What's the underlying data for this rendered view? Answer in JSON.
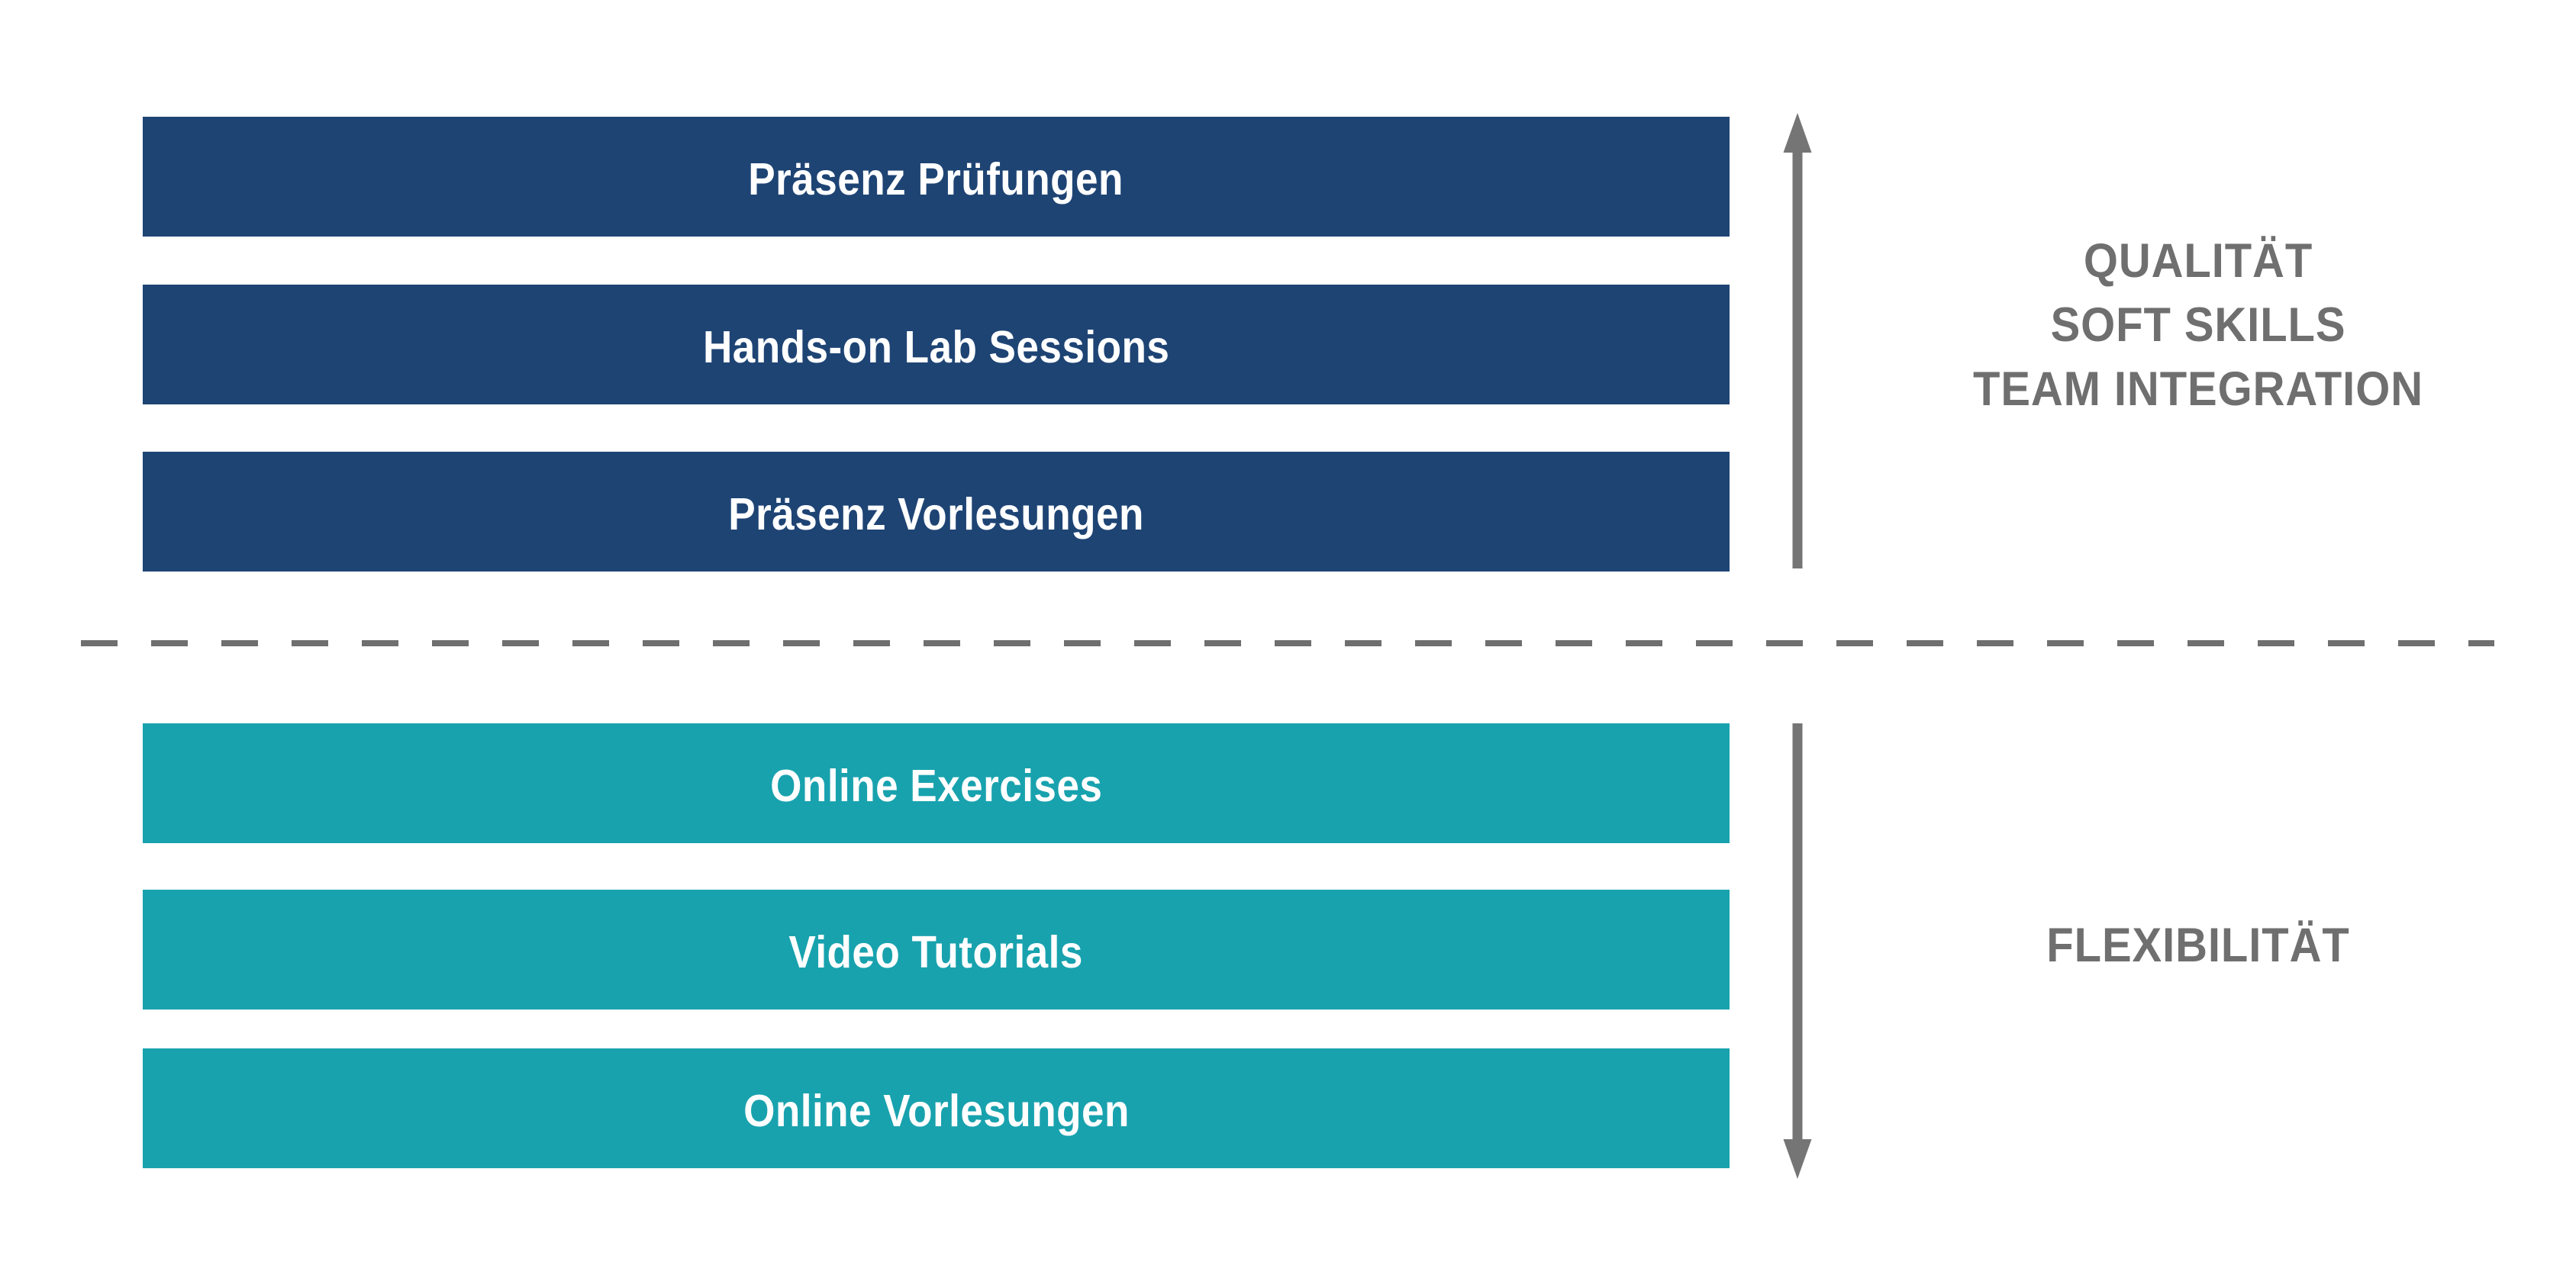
{
  "colors": {
    "navy": "#1e4474",
    "teal": "#18a2ae",
    "gray": "#6f6f6f",
    "arrow": "#757575",
    "bar-text": "#ffffff"
  },
  "presence": {
    "items": [
      "Präsenz Prüfungen",
      "Hands-on Lab Sessions",
      "Präsenz Vorlesungen"
    ]
  },
  "online": {
    "items": [
      "Online Exercises",
      "Video Tutorials",
      "Online Vorlesungen"
    ]
  },
  "axis": {
    "top_lines": [
      "QUALITÄT",
      "SOFT SKILLS",
      "TEAM INTEGRATION"
    ],
    "bottom": "FLEXIBILITÄT"
  }
}
